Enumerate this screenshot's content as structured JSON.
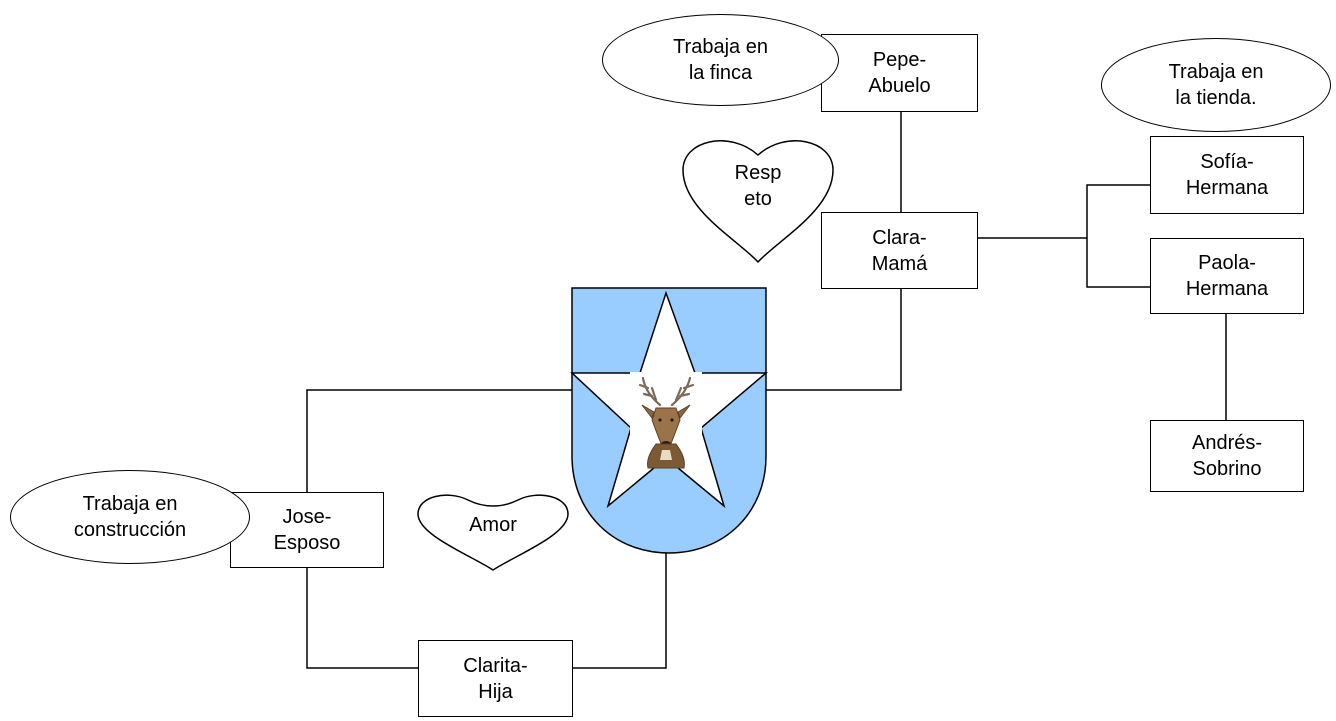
{
  "people": {
    "pepe": [
      "Pepe-",
      "Abuelo"
    ],
    "clara": [
      "Clara-",
      "Mamá"
    ],
    "sofia": [
      "Sofía-",
      "Hermana"
    ],
    "paola": [
      "Paola-",
      "Hermana"
    ],
    "andres": [
      "Andrés-",
      "Sobrino"
    ],
    "jose": [
      "Jose-",
      "Esposo"
    ],
    "clarita": [
      "Clarita-",
      "Hija"
    ]
  },
  "notes": {
    "finca": [
      "Trabaja en",
      "la finca"
    ],
    "tienda": [
      "Trabaja en",
      "la tienda."
    ],
    "construccion": [
      "Trabaja en",
      "construcción"
    ]
  },
  "values": {
    "respeto": [
      "Resp",
      "eto"
    ],
    "amor": "Amor"
  },
  "colors": {
    "shield_fill": "#99ccff",
    "stroke": "#000000",
    "star_fill": "#ffffff"
  },
  "emblem": {
    "image": "deer-head-icon"
  }
}
